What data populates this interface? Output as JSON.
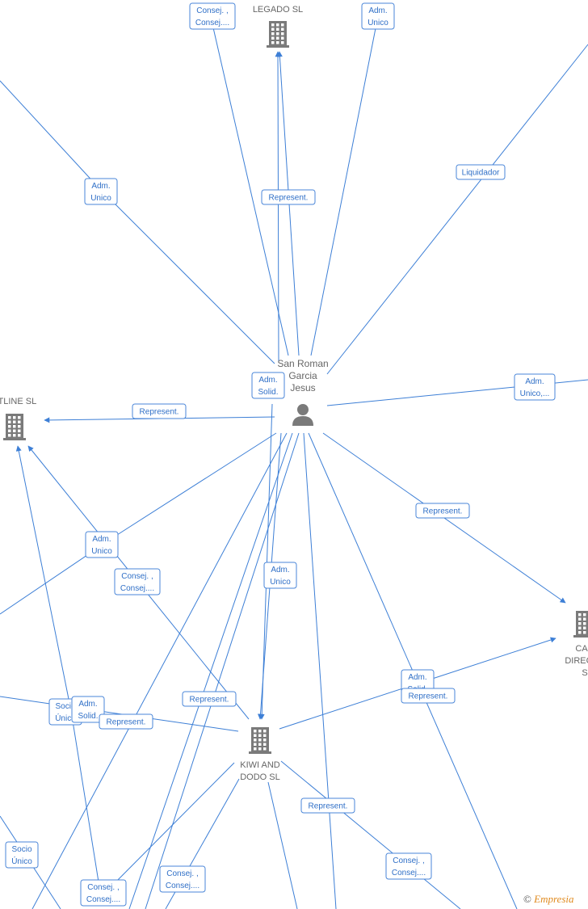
{
  "colors": {
    "edge": "#3d7fd6",
    "node": "#7a7a7a",
    "label_text": "#2f6fc7"
  },
  "nodes": {
    "person": {
      "label_lines": [
        "San Roman",
        "Garcia",
        "Jesus"
      ],
      "icon": "person-icon"
    },
    "legado": {
      "label_lines": [
        "LEGADO  SL"
      ],
      "icon": "building-icon"
    },
    "softline": {
      "label_lines": [
        "FTLINE  SL"
      ],
      "icon": "building-icon"
    },
    "kiwi": {
      "label_lines": [
        "KIWI AND",
        "DODO  SL"
      ],
      "icon": "building-icon"
    },
    "carmen": {
      "label_lines": [
        "CAR",
        "DIRECTO",
        "S"
      ],
      "icon": "building-icon"
    }
  },
  "edge_labels": [
    {
      "lines": [
        "Consej. ,",
        "Consej...."
      ]
    },
    {
      "lines": [
        "Adm.",
        "Unico"
      ]
    },
    {
      "lines": [
        "Adm.",
        "Unico"
      ]
    },
    {
      "lines": [
        "Represent."
      ]
    },
    {
      "lines": [
        "Liquidador"
      ]
    },
    {
      "lines": [
        "Adm.",
        "Solid."
      ]
    },
    {
      "lines": [
        "Adm.",
        "Unico,..."
      ]
    },
    {
      "lines": [
        "Represent."
      ]
    },
    {
      "lines": [
        "Represent."
      ]
    },
    {
      "lines": [
        "Adm.",
        "Unico"
      ]
    },
    {
      "lines": [
        "Consej. ,",
        "Consej...."
      ]
    },
    {
      "lines": [
        "Adm.",
        "Unico"
      ]
    },
    {
      "lines": [
        "Represent."
      ]
    },
    {
      "lines": [
        "Adm.",
        "Solid."
      ]
    },
    {
      "lines": [
        "Represent."
      ]
    },
    {
      "lines": [
        "Socio",
        "Único"
      ]
    },
    {
      "lines": [
        "Adm.",
        "Solid."
      ]
    },
    {
      "lines": [
        "Represent."
      ]
    },
    {
      "lines": [
        "Represent."
      ]
    },
    {
      "lines": [
        "Socio",
        "Único"
      ]
    },
    {
      "lines": [
        "Consej. ,",
        "Consej...."
      ]
    },
    {
      "lines": [
        "Consej. ,",
        "Consej...."
      ]
    },
    {
      "lines": [
        "Consej. ,",
        "Consej...."
      ]
    }
  ],
  "footer": {
    "copyright": "©",
    "brand": "Empresia"
  }
}
